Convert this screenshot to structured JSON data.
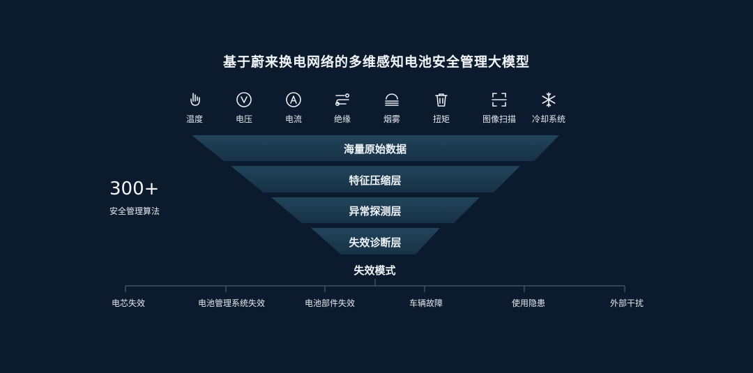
{
  "title": "基于蔚来换电网络的多维感知电池安全管理大模型",
  "sensors": [
    {
      "label": "温度",
      "icon": "thermometer-hand-icon"
    },
    {
      "label": "电压",
      "icon": "voltage-icon"
    },
    {
      "label": "电流",
      "icon": "current-icon"
    },
    {
      "label": "绝缘",
      "icon": "insulation-icon"
    },
    {
      "label": "烟雾",
      "icon": "smoke-icon"
    },
    {
      "label": "扭矩",
      "icon": "torque-icon"
    },
    {
      "label": "图像扫描",
      "icon": "scan-icon"
    },
    {
      "label": "冷却系统",
      "icon": "snowflake-icon"
    }
  ],
  "funnel_layers": [
    "海量原始数据",
    "特征压缩层",
    "异常探测层",
    "失效诊断层"
  ],
  "stat": {
    "value": "300+",
    "label": "安全管理算法"
  },
  "failure_modes": {
    "title": "失效模式",
    "items": [
      "电芯失效",
      "电池管理系统失效",
      "电池部件失效",
      "车辆故障",
      "使用隐患",
      "外部干扰"
    ]
  },
  "colors": {
    "background": "#0b1a2c",
    "layer_fill": "#1c3a4e",
    "line": "#5b6b7c"
  }
}
